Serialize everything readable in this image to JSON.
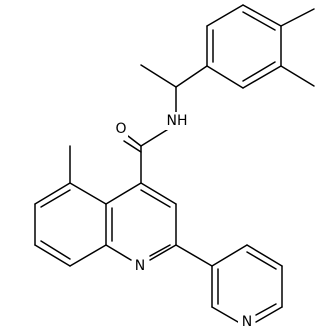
{
  "atom_labels": {
    "amide_oxygen": "O",
    "amide_nh": "NH",
    "quinoline_nitrogen": "N",
    "pyridine_nitrogen": "N"
  },
  "colors": {
    "bond": "#000000",
    "label": "#000000",
    "background": "#ffffff"
  }
}
